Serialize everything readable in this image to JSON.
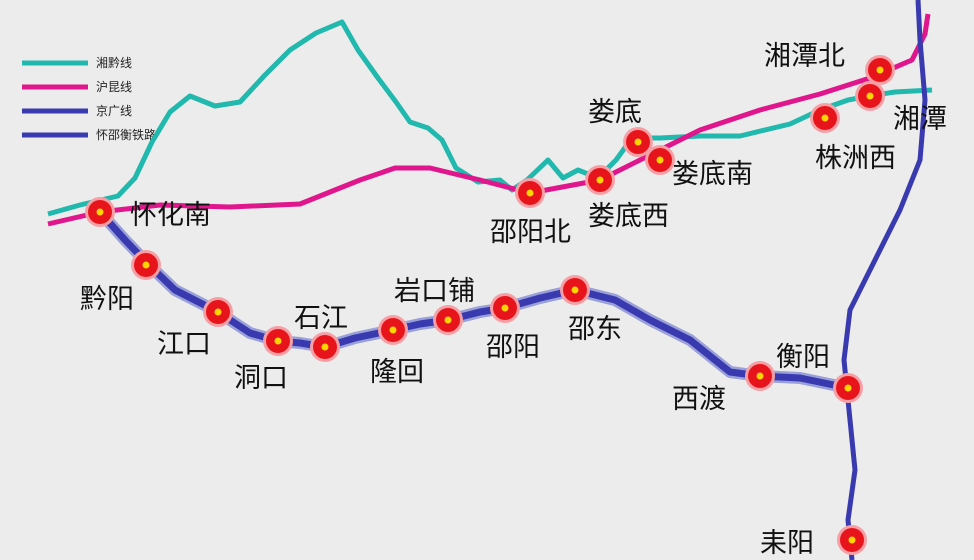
{
  "colors": {
    "background": "#ececec",
    "xiangqian": "#21b8ad",
    "hukun": "#e0168c",
    "jingguang": "#3a3ab0",
    "huaishaoheng": "#3a3ab0",
    "station_fill": "#e8141c",
    "station_core": "#ffd400"
  },
  "legend": [
    {
      "key": "xiangqian",
      "label": "湘黔线"
    },
    {
      "key": "hukun",
      "label": "沪昆线"
    },
    {
      "key": "jingguang",
      "label": "京广线"
    },
    {
      "key": "huaishaoheng",
      "label": "怀邵衡铁路"
    }
  ],
  "stations": {
    "huaihuanan": "怀化南",
    "qianyang": "黔阳",
    "jiangkou": "江口",
    "dongkou": "洞口",
    "shijiang": "石江",
    "longhui": "隆回",
    "yankoupu": "岩口铺",
    "shaoyang": "邵阳",
    "shaodong": "邵东",
    "xidu": "西渡",
    "hengyang": "衡阳",
    "leiyang": "耒阳",
    "shaoyangbei": "邵阳北",
    "loudi": "娄底",
    "loudinan": "娄底南",
    "loudixi": "娄底西",
    "zhuzhouxi": "株洲西",
    "xiangtanbei": "湘潭北",
    "xiangtan": "湘潭"
  }
}
